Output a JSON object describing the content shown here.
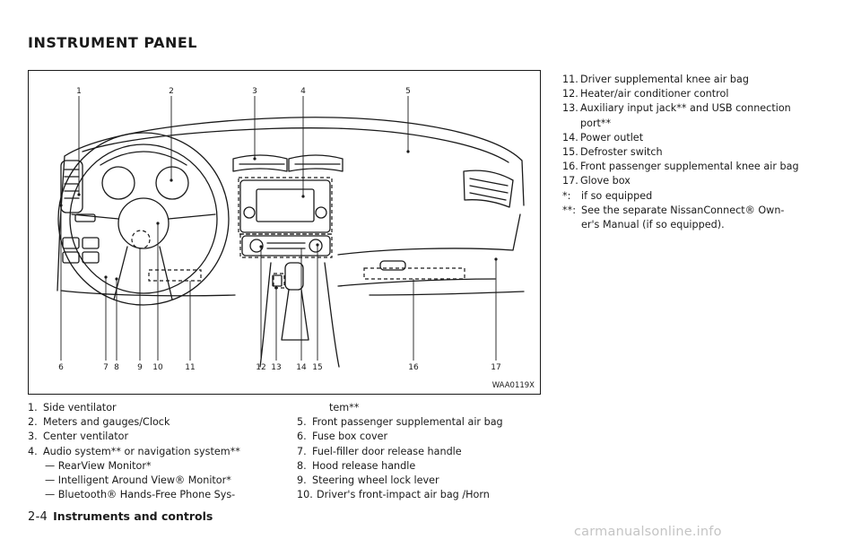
{
  "page": {
    "title": "INSTRUMENT PANEL",
    "figure_code": "WAA0119X",
    "callout_numbers": [
      "1",
      "2",
      "3",
      "4",
      "5",
      "6",
      "7",
      "8",
      "9",
      "10",
      "11",
      "12",
      "13",
      "14",
      "15",
      "16",
      "17"
    ],
    "col1": [
      {
        "num": "1.",
        "text": "Side ventilator"
      },
      {
        "num": "2.",
        "text": "Meters and gauges/Clock"
      },
      {
        "num": "3.",
        "text": "Center ventilator"
      },
      {
        "num": "4.",
        "text": "Audio system** or navigation system**"
      }
    ],
    "col1_subs": [
      "— RearView Monitor*",
      "— Intelligent Around View® Monitor*",
      "— Bluetooth® Hands-Free Phone Sys-"
    ],
    "col2_cont": "tem**",
    "col2": [
      {
        "num": "5.",
        "text": "Front passenger supplemental air bag"
      },
      {
        "num": "6.",
        "text": "Fuse box cover"
      },
      {
        "num": "7.",
        "text": "Fuel-filler door release handle"
      },
      {
        "num": "8.",
        "text": "Hood release handle"
      },
      {
        "num": "9.",
        "text": "Steering wheel lock lever"
      },
      {
        "num": "10.",
        "text": "Driver's front-impact air bag /Horn"
      }
    ],
    "col3": [
      {
        "num": "11.",
        "text": "Driver supplemental knee air bag"
      },
      {
        "num": "12.",
        "text": "Heater/air conditioner control"
      },
      {
        "num": "13.",
        "text": "Auxiliary input jack** and USB connection port**"
      },
      {
        "num": "14.",
        "text": "Power outlet"
      },
      {
        "num": "15.",
        "text": "Defroster switch"
      },
      {
        "num": "16.",
        "text": "Front passenger supplemental knee air bag"
      },
      {
        "num": "17.",
        "text": "Glove box"
      }
    ],
    "notes": [
      {
        "num": "*:",
        "text": "if so equipped"
      },
      {
        "num": "**:",
        "text": "See the separate NissanConnect® Own- er's Manual (if so equipped)."
      }
    ],
    "footer_page": "2-4",
    "footer_section": "Instruments and controls",
    "watermark": "carmanualsonline.info"
  }
}
